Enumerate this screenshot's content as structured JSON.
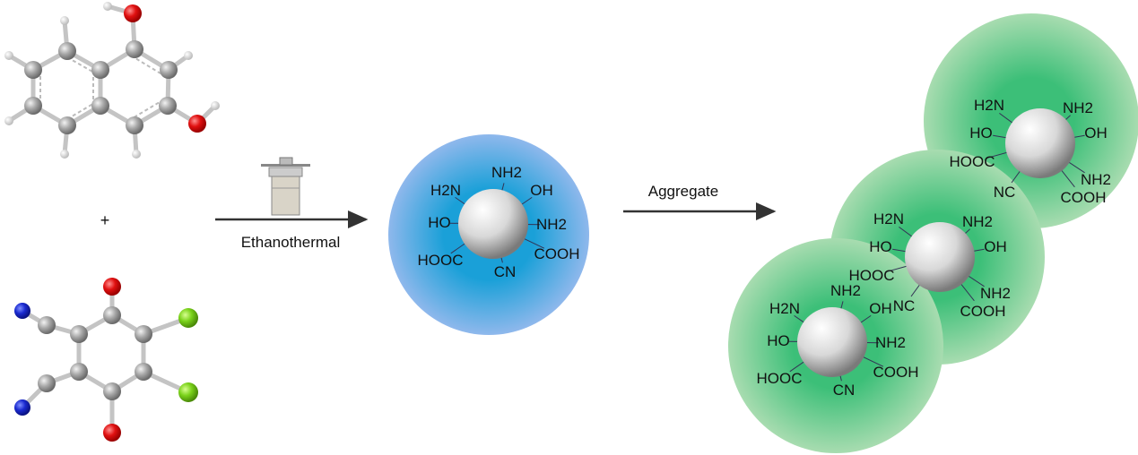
{
  "reaction": {
    "plus": "+",
    "step1_label": "Ethanothermal",
    "step2_label": "Aggregate"
  },
  "colors": {
    "carbon": "#9a9a9a",
    "oxygen": "#e01010",
    "nitrogen": "#1a2ad0",
    "chlorine": "#7ad21a",
    "hydrogen": "#e6e6e6",
    "blue_shell": "#2aa0d8",
    "green_shell": "#3cb870"
  },
  "single_dot": {
    "groups": [
      "NH2",
      "H2N",
      "OH",
      "HO",
      "NH2",
      "HOOC",
      "COOH",
      "CN"
    ]
  },
  "aggregate": [
    {
      "groups": [
        "H2N",
        "NH2",
        "HO",
        "OH",
        "HOOC",
        "NH2",
        "NC",
        "COOH"
      ]
    },
    {
      "groups": [
        "H2N",
        "NH2",
        "HO",
        "OH",
        "HOOC",
        "NH2",
        "NC",
        "COOH"
      ]
    },
    {
      "groups": [
        "NH2",
        "H2N",
        "OH",
        "HO",
        "NH2",
        "HOOC",
        "COOH",
        "CN"
      ]
    }
  ]
}
